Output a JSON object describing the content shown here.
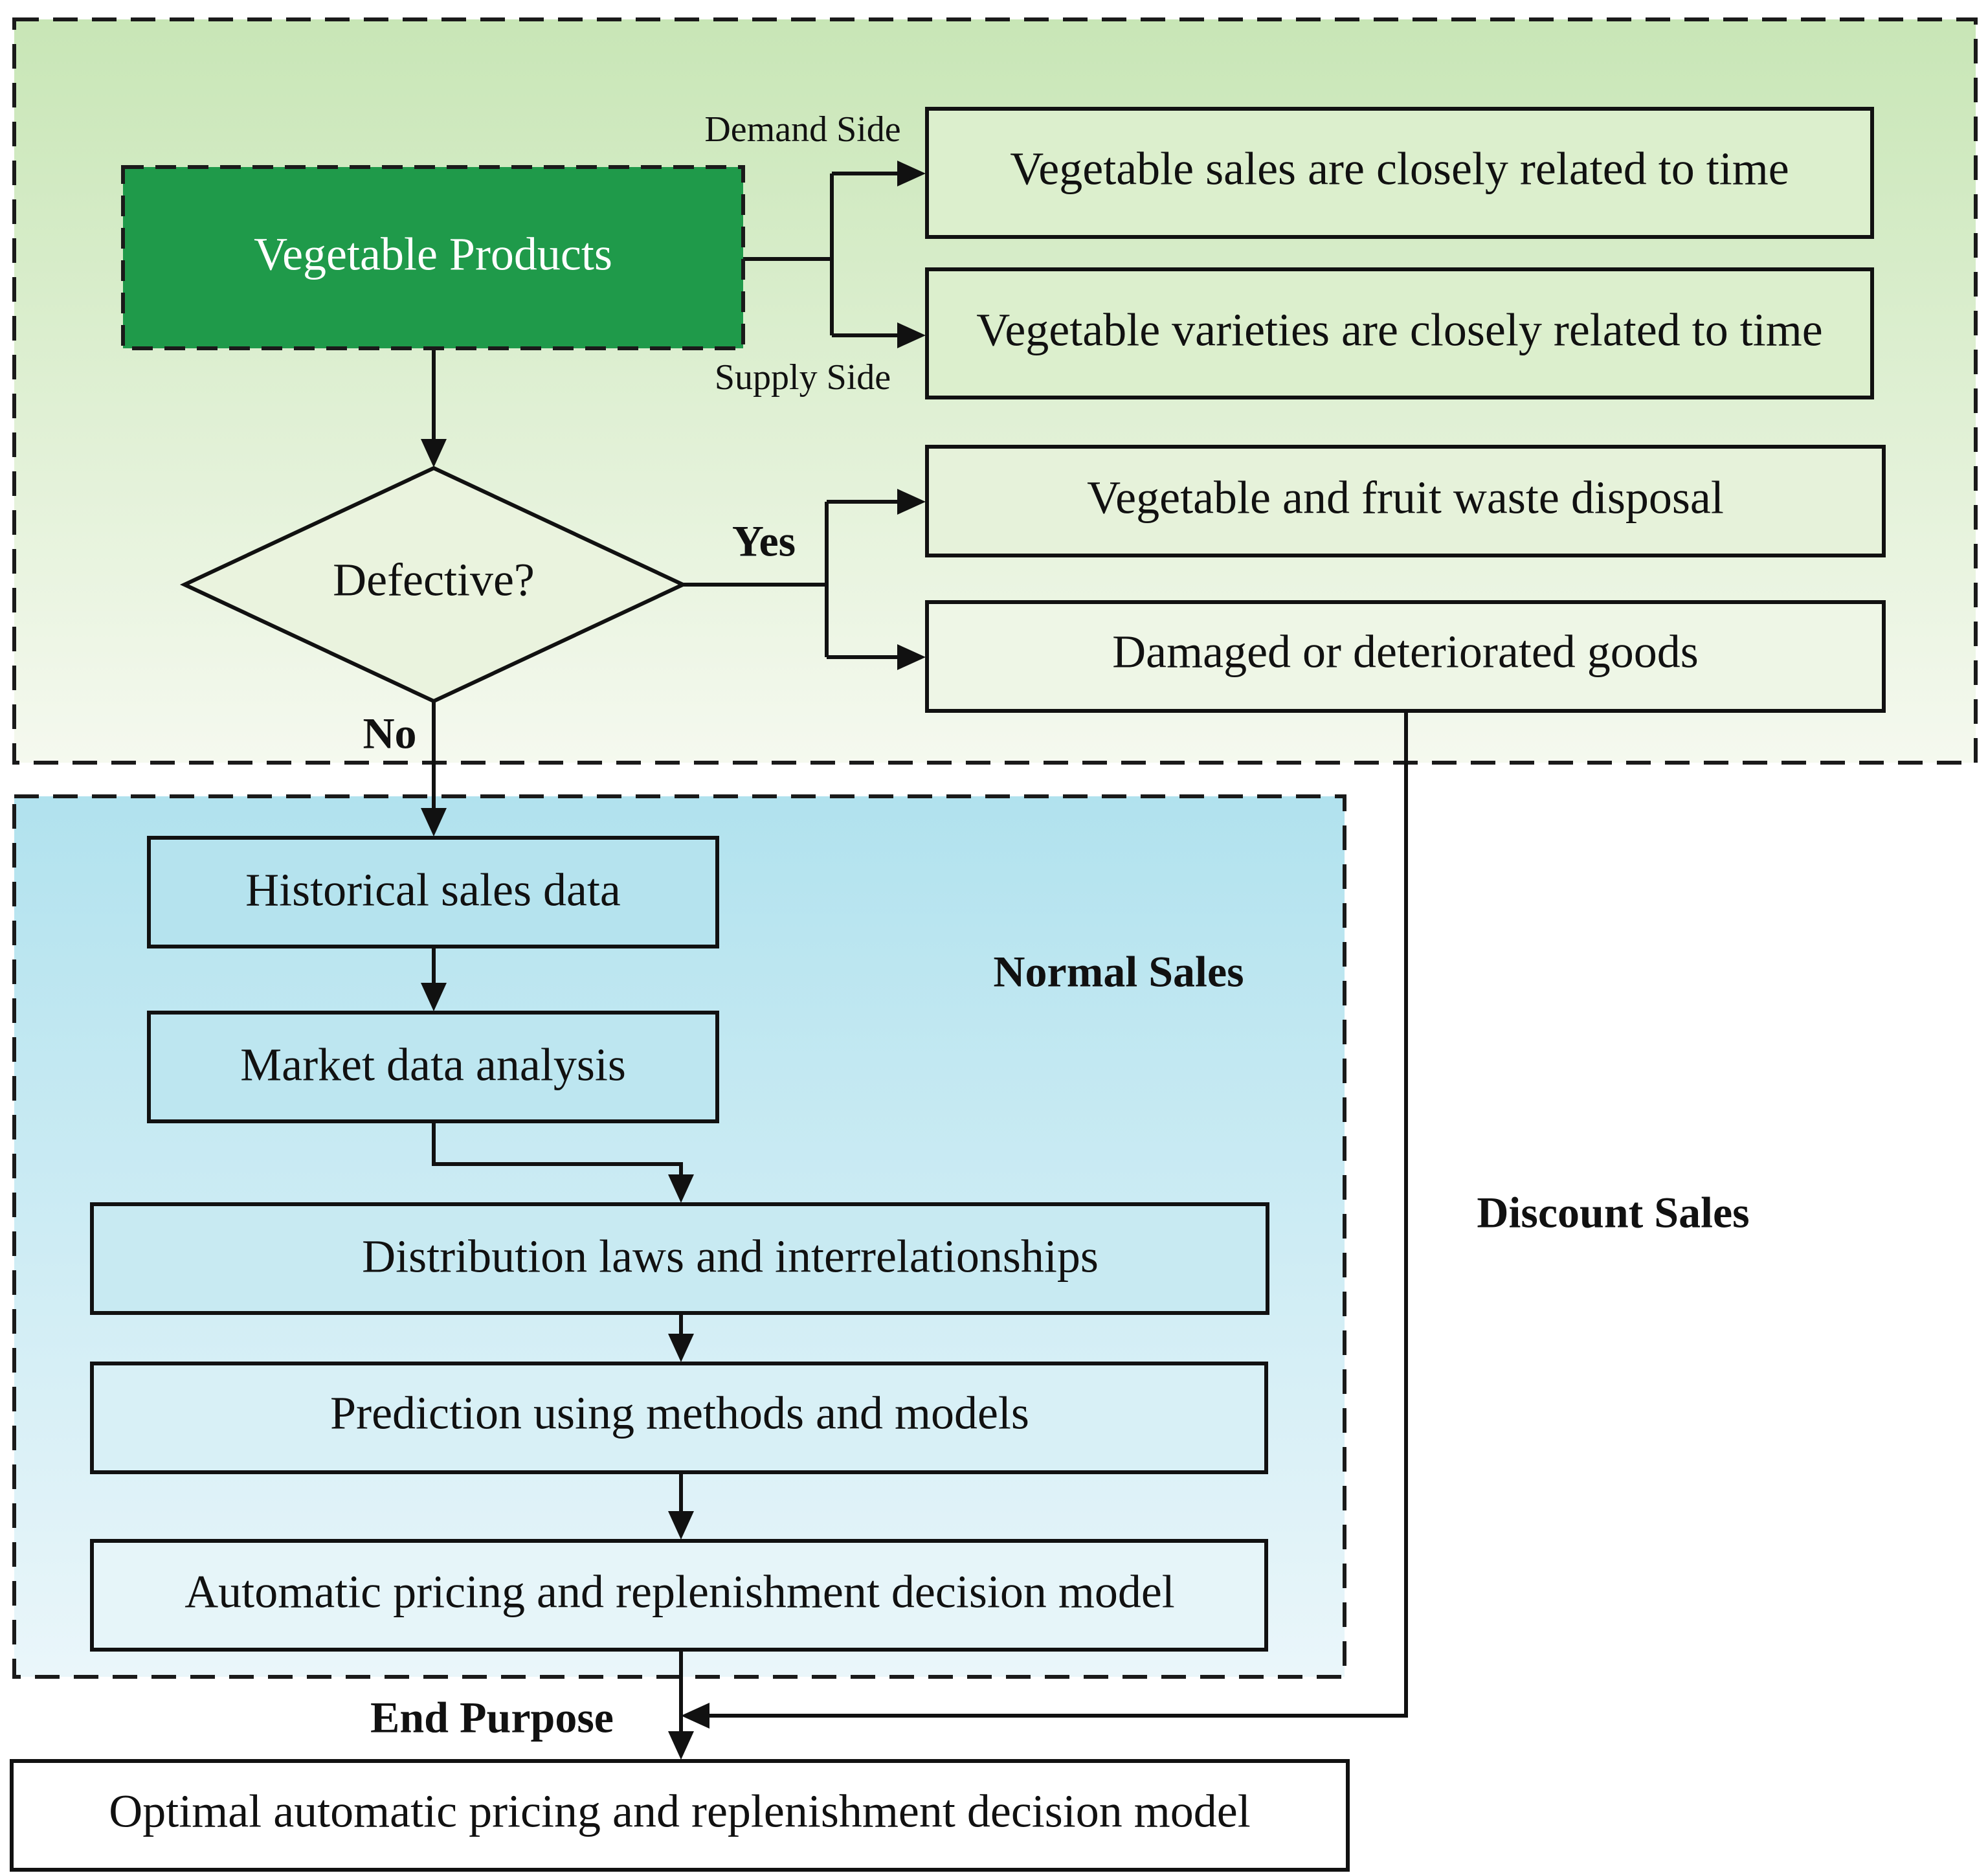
{
  "colors": {
    "product_fill": "#1f9a4a",
    "top_region_gradient": [
      "#c8e6b6",
      "#f5f9ef"
    ],
    "bottom_region_gradient": [
      "#b1e2ee",
      "#eaf6fa"
    ],
    "top_box_fill": "#dcefcd",
    "bottom_box_fill": "#c4e8f1",
    "text": "#111111"
  },
  "top_region": {
    "product": "Vegetable Products",
    "demand_label": "Demand Side",
    "supply_label": "Supply Side",
    "demand_box": "Vegetable sales are closely related to time",
    "supply_box": "Vegetable varieties are closely related to time",
    "decision": "Defective?",
    "yes_label": "Yes",
    "no_label": "No",
    "waste_box": "Vegetable and fruit waste disposal",
    "damaged_box": "Damaged or deteriorated goods"
  },
  "normal_sales": {
    "title": "Normal Sales",
    "steps": [
      "Historical sales data",
      "Market data analysis",
      "Distribution laws and interrelationships",
      "Prediction using methods and models",
      "Automatic pricing and replenishment decision model"
    ]
  },
  "discount_label": "Discount Sales",
  "end_purpose_label": "End Purpose",
  "final_box": "Optimal automatic pricing and replenishment decision model"
}
